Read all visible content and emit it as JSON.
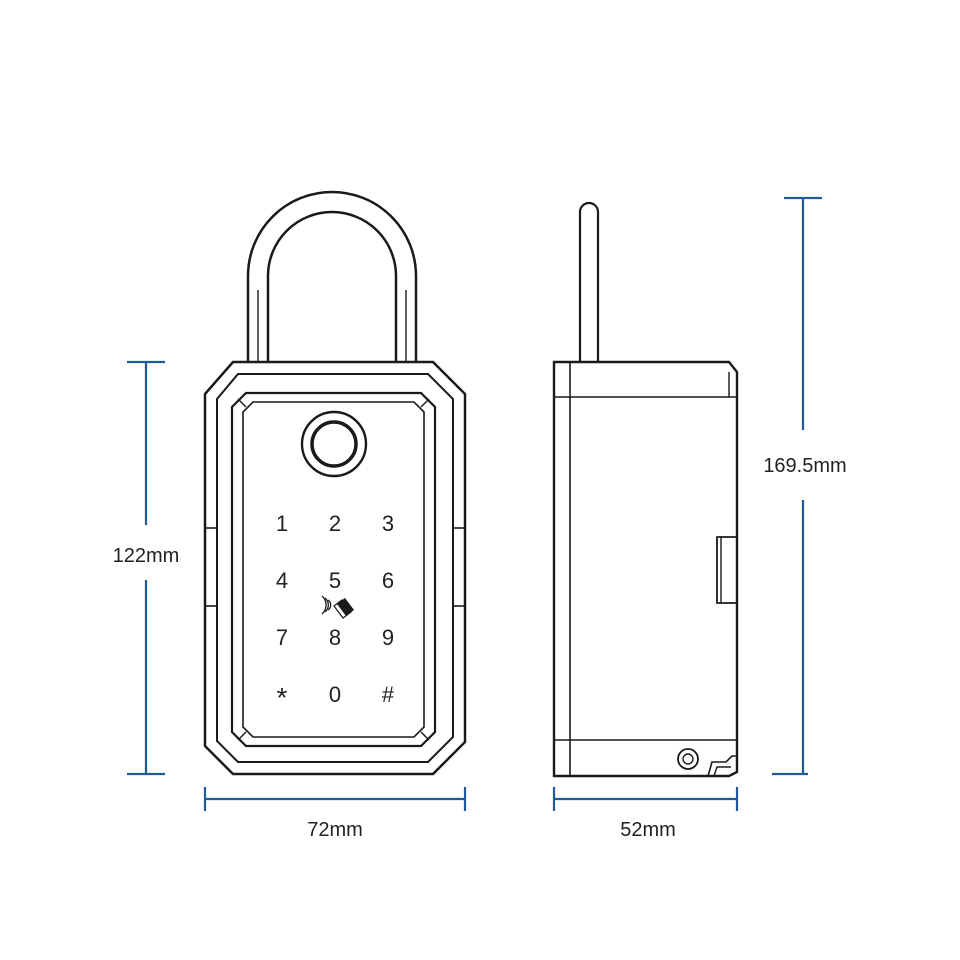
{
  "dimensions": {
    "front_height": "122mm",
    "front_width": "72mm",
    "side_width": "52mm",
    "total_height": "169.5mm"
  },
  "keypad": {
    "keys": [
      "1",
      "2",
      "3",
      "4",
      "5",
      "6",
      "7",
      "8",
      "9",
      "*",
      "0",
      "#"
    ]
  },
  "icons": {
    "fingerprint_sensor": "fingerprint-sensor-icon",
    "nfc": "nfc-card-icon",
    "side_keyhole": "keyhole-icon"
  },
  "colors": {
    "dimension_line": "#1f5a99",
    "outline": "#1a1a1a"
  }
}
